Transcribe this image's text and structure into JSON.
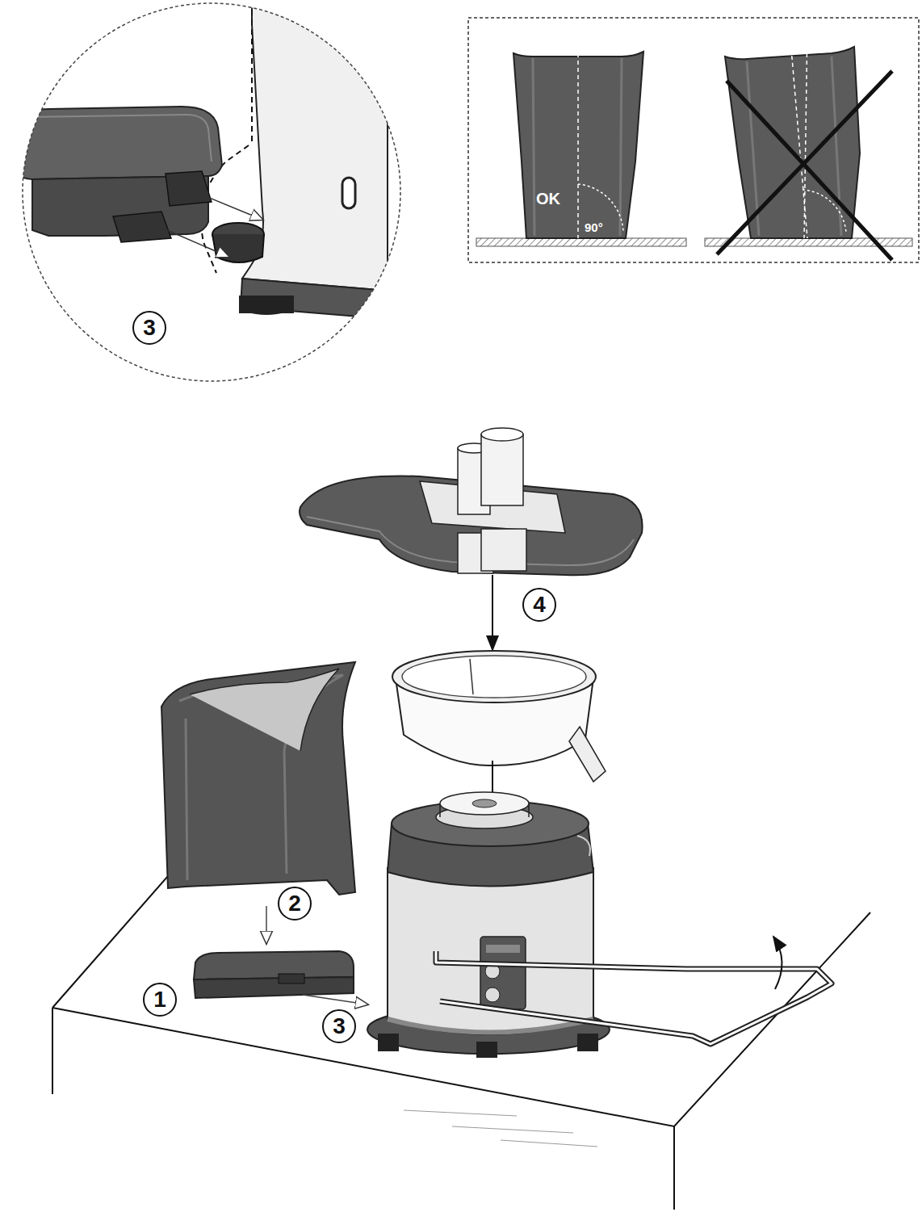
{
  "diagram": {
    "nodes": [
      {
        "text": [
          "3"
        ]
      },
      {
        "text": [
          "4"
        ]
      },
      {
        "text": [
          "2"
        ]
      },
      {
        "text": [
          "1"
        ]
      },
      {
        "text": [
          "3"
        ]
      }
    ],
    "labels": [
      "OK",
      "90°"
    ]
  }
}
